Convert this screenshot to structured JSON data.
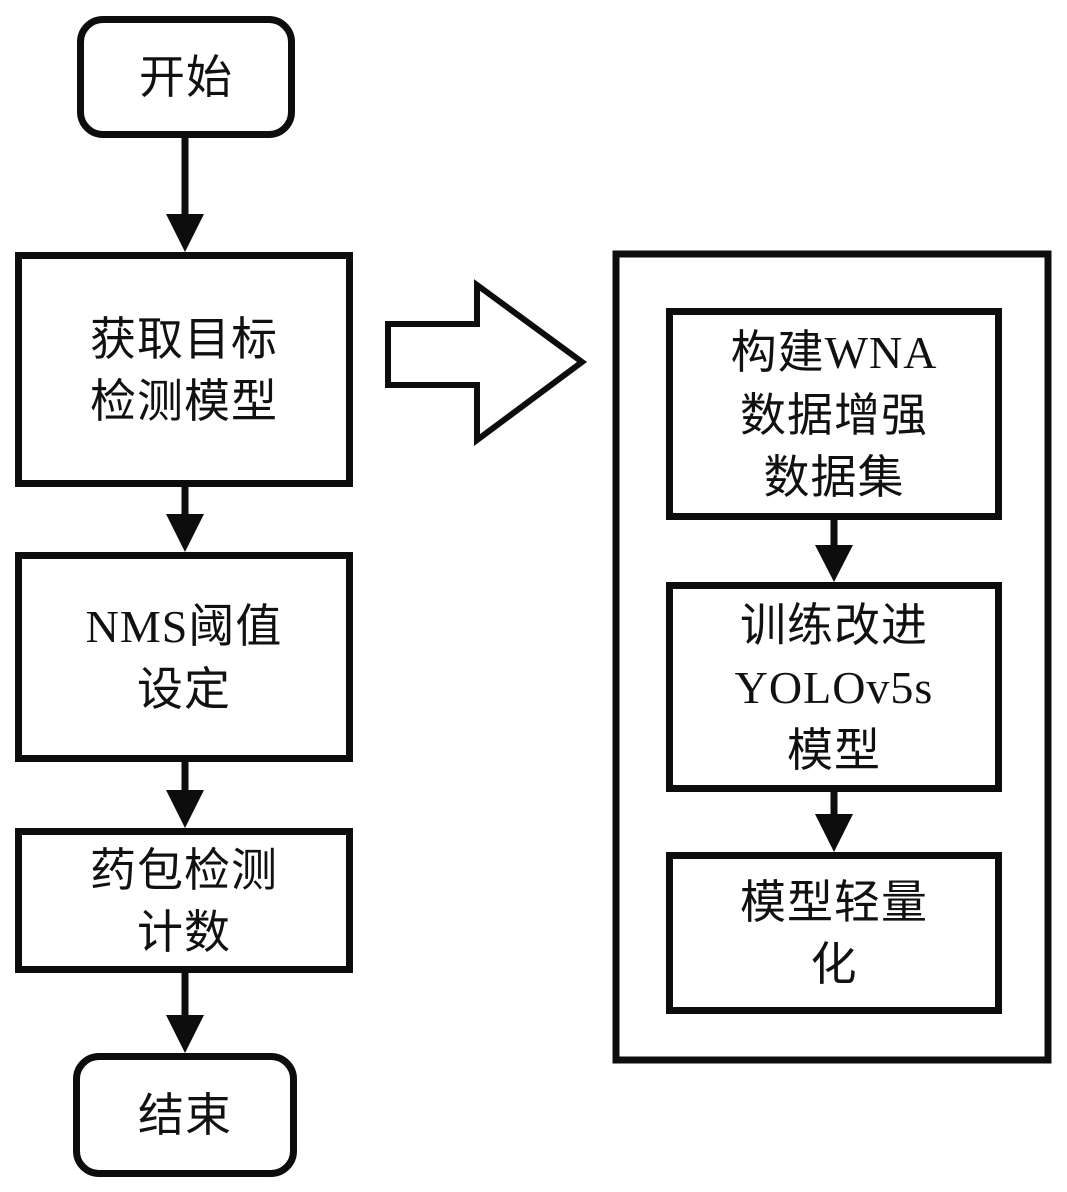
{
  "diagram": {
    "type": "flowchart",
    "main_flow": [
      {
        "id": "start",
        "label": "开始",
        "shape": "terminal"
      },
      {
        "id": "get_model",
        "label": "获取目标\n检测模型",
        "shape": "process"
      },
      {
        "id": "nms",
        "label": "NMS阈值\n设定",
        "shape": "process"
      },
      {
        "id": "detect",
        "label": "药包检测\n计数",
        "shape": "process"
      },
      {
        "id": "end",
        "label": "结束",
        "shape": "terminal"
      }
    ],
    "sub_flow": [
      {
        "id": "dataset",
        "label": "构建WNA\n数据增强\n数据集",
        "shape": "process"
      },
      {
        "id": "train",
        "label": "训练改进\nYOLOv5s\n模型",
        "shape": "process"
      },
      {
        "id": "lightweight",
        "label": "模型轻量\n化",
        "shape": "process"
      }
    ],
    "edges": [
      {
        "from": "start",
        "to": "get_model"
      },
      {
        "from": "get_model",
        "to": "nms"
      },
      {
        "from": "nms",
        "to": "detect"
      },
      {
        "from": "detect",
        "to": "end"
      },
      {
        "from": "dataset",
        "to": "train"
      },
      {
        "from": "train",
        "to": "lightweight"
      }
    ],
    "expansion": {
      "from": "get_model",
      "to": "sub_flow_group",
      "style": "hollow-block-arrow"
    },
    "colors": {
      "stroke": "#0d0d0d",
      "fill": "#ffffff"
    }
  }
}
